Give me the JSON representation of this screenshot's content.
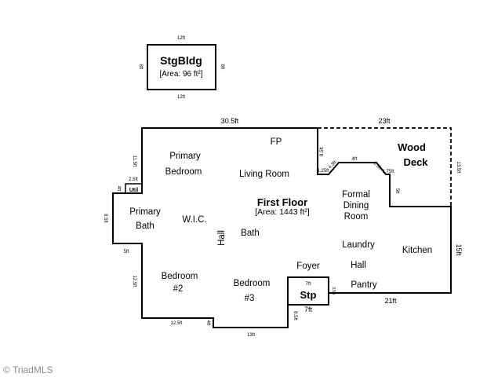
{
  "storage_building": {
    "title": "StgBldg",
    "area": "[Area: 96 ft²]",
    "dim_top": "12ft",
    "dim_bottom": "12ft",
    "dim_left": "8ft",
    "dim_right": "8ft"
  },
  "first_floor": {
    "title": "First Floor",
    "area": "[Area: 1443 ft²]"
  },
  "wood_deck": {
    "title_line1": "Wood",
    "title_line2": "Deck"
  },
  "step": {
    "label": "Stp",
    "dim_top": "7ft",
    "dim_right": "3.5ft",
    "dim_bottom": "7ft"
  },
  "utility": {
    "label": "Util",
    "dim_top": "2.5ft",
    "dim_left": "4ft"
  },
  "rooms": {
    "fp": "FP",
    "primary_bedroom_1": "Primary",
    "primary_bedroom_2": "Bedroom",
    "living_room": "Living Room",
    "primary_bath_1": "Primary",
    "primary_bath_2": "Bath",
    "wic": "W.I.C.",
    "hall_vertical": "Hall",
    "bath": "Bath",
    "formal_dining_1": "Formal",
    "formal_dining_2": "Dining",
    "formal_dining_3": "Room",
    "laundry": "Laundry",
    "hall": "Hall",
    "kitchen": "Kitchen",
    "foyer": "Foyer",
    "pantry": "Pantry",
    "bedroom2_1": "Bedroom",
    "bedroom2_2": "#2",
    "bedroom3_1": "Bedroom",
    "bedroom3_2": "#3"
  },
  "dimensions": {
    "top_main": "30.5ft",
    "top_deck": "23ft",
    "deck_left": "8.5ft",
    "deck_right": "13.5ft",
    "deck_bottom_right": "5ft",
    "bay_left": "1.25ft",
    "bay_diag_left": "4.3ft",
    "bay_top": "4ft",
    "bay_diag_right": "3.5ft",
    "bay_right": "1.75ft",
    "upper_left_wall": "11.5ft",
    "bath_left": "8.5ft",
    "jog_left": "5ft",
    "lower_left": "12.5ft",
    "bottom_left": "12.5ft",
    "bottom_jog": "4ft",
    "bottom_mid": "13ft",
    "step_left": "8.5ft",
    "right_wall": "15ft",
    "bottom_right": "21ft"
  },
  "watermark": "© TriadMLS"
}
